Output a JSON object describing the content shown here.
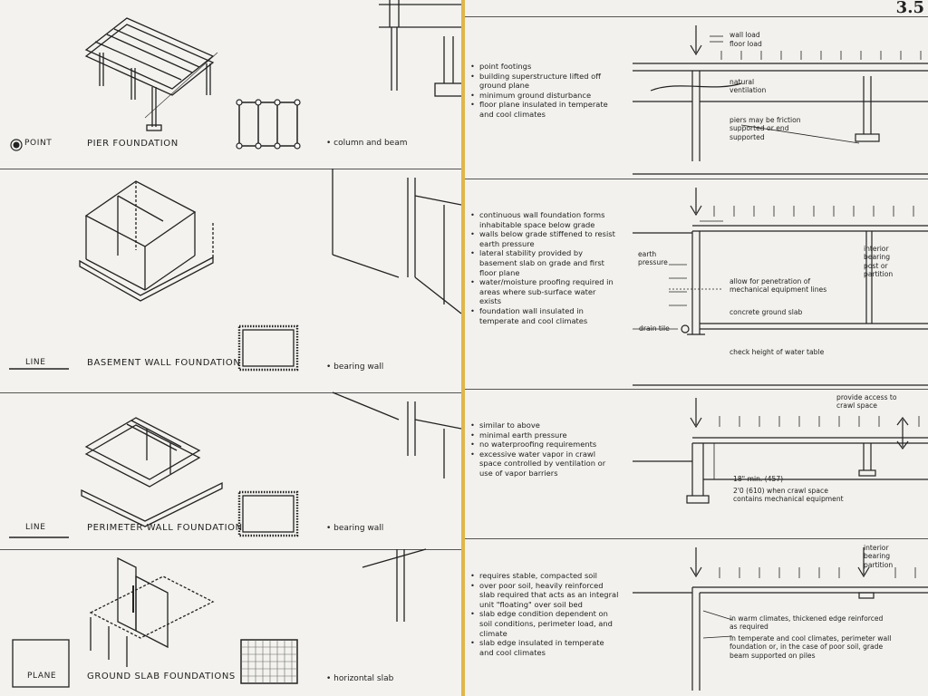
{
  "left_page": {
    "rows": [
      {
        "type": "POINT",
        "title": "PIER FOUNDATION",
        "note": "column and beam"
      },
      {
        "type": "LINE",
        "title": "BASEMENT WALL FOUNDATION",
        "note": "bearing wall"
      },
      {
        "type": "LINE",
        "title": "PERIMETER WALL FOUNDATION",
        "note": "bearing wall"
      },
      {
        "type": "PLANE",
        "title": "GROUND SLAB FOUNDATIONS",
        "note": "horizontal slab"
      }
    ]
  },
  "right_page": {
    "page_number": "3.5",
    "sections": [
      {
        "bullets": [
          "point footings",
          "building superstructure lifted off ground plane",
          "minimum ground disturbance",
          "floor plane insulated in temperate and cool climates"
        ],
        "labels": {
          "wall_load": "wall load",
          "floor_load": "floor load",
          "ventilation": "natural ventilation",
          "piers": "piers may be friction supported or end supported"
        }
      },
      {
        "bullets": [
          "continuous wall foundation forms inhabitable space below grade",
          "walls below grade stiffened to resist earth pressure",
          "lateral stability provided by basement slab on grade and first floor plane",
          "water/moisture proofing required in areas where sub-surface water exists",
          "foundation wall insulated in temperate and cool climates"
        ],
        "labels": {
          "earth_pressure": "earth pressure",
          "interior_bearing": "interior bearing post or partition",
          "penetration": "allow for penetration of mechanical equipment lines",
          "concrete_slab": "concrete ground slab",
          "drain_tile": "drain tile",
          "water_table": "check height of water table"
        }
      },
      {
        "bullets": [
          "similar to above",
          "minimal earth pressure",
          "no waterproofing requirements",
          "excessive water vapor in crawl space controlled by ventilation or use of vapor barriers"
        ],
        "labels": {
          "crawl_access": "provide access to crawl space",
          "min_height": "18\" min. (457)",
          "crawl_equipment": "2'0 (610) when crawl space contains mechanical equipment"
        }
      },
      {
        "bullets": [
          "requires stable, compacted soil",
          "over poor soil, heavily reinforced slab required that acts as an integral unit \"floating\" over soil bed",
          "slab edge condition dependent on soil conditions, perimeter load, and climate",
          "slab edge insulated in temperate and cool climates"
        ],
        "labels": {
          "interior_bearing": "interior bearing partition",
          "thickened_edge": "in warm climates, thickened edge reinforced as required",
          "perimeter_wall": "in temperate and cool climates, perimeter wall foundation or, in the case of poor soil, grade beam supported on piles"
        }
      }
    ]
  }
}
